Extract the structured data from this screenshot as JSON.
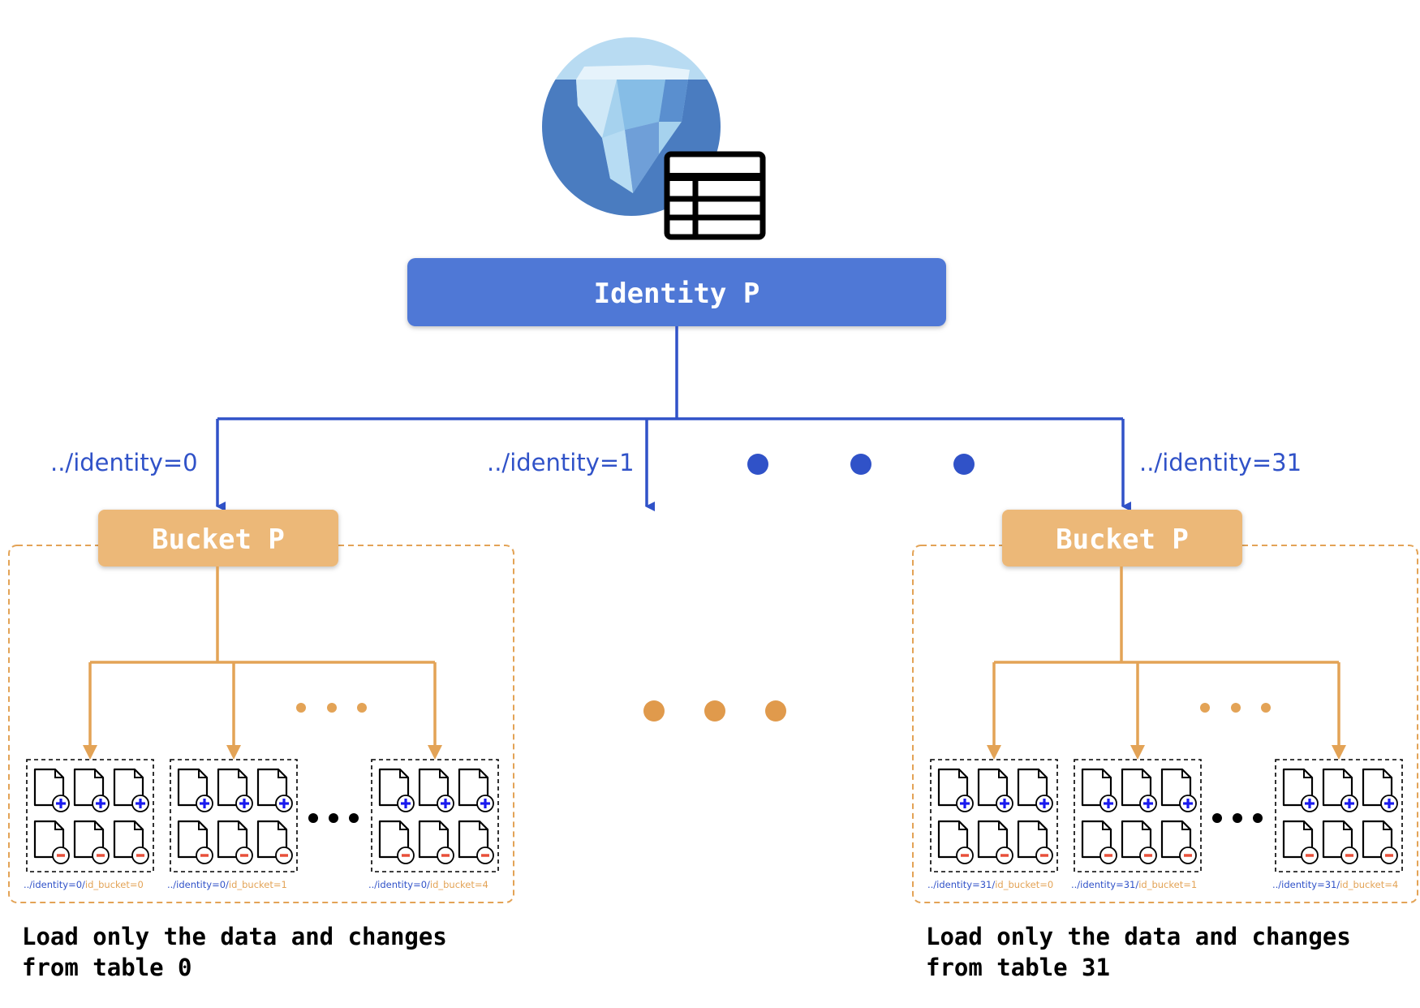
{
  "logo": {
    "icon": "iceberg-table-logo-icon"
  },
  "root": {
    "label": "Identity P",
    "color": "#5078d6"
  },
  "identity_branches": [
    {
      "path": "../identity=0"
    },
    {
      "path": "../identity=1"
    },
    {
      "path": "../identity=31"
    }
  ],
  "bucket_label": "Bucket P",
  "colors": {
    "blue": "#3052c8",
    "orange": "#e3a356",
    "bucket_fill": "#ecb878",
    "plus": "#1a1aee",
    "minus": "#e8503a"
  },
  "groups": [
    {
      "bucket": "Bucket P",
      "files": [
        {
          "prefix": "../identity=0/",
          "suffix": "id_bucket=0"
        },
        {
          "prefix": "../identity=0/",
          "suffix": "id_bucket=1"
        },
        {
          "prefix": "../identity=0/",
          "suffix": "id_bucket=4"
        }
      ],
      "caption_line1": "Load only the data and changes",
      "caption_line2": "from table 0"
    },
    {
      "bucket": "Bucket P",
      "files": [
        {
          "prefix": "../identity=31/",
          "suffix": "id_bucket=0"
        },
        {
          "prefix": "../identity=31/",
          "suffix": "id_bucket=1"
        },
        {
          "prefix": "../identity=31/",
          "suffix": "id_bucket=4"
        }
      ],
      "caption_line1": "Load only the data and changes",
      "caption_line2": "from table 31"
    }
  ]
}
